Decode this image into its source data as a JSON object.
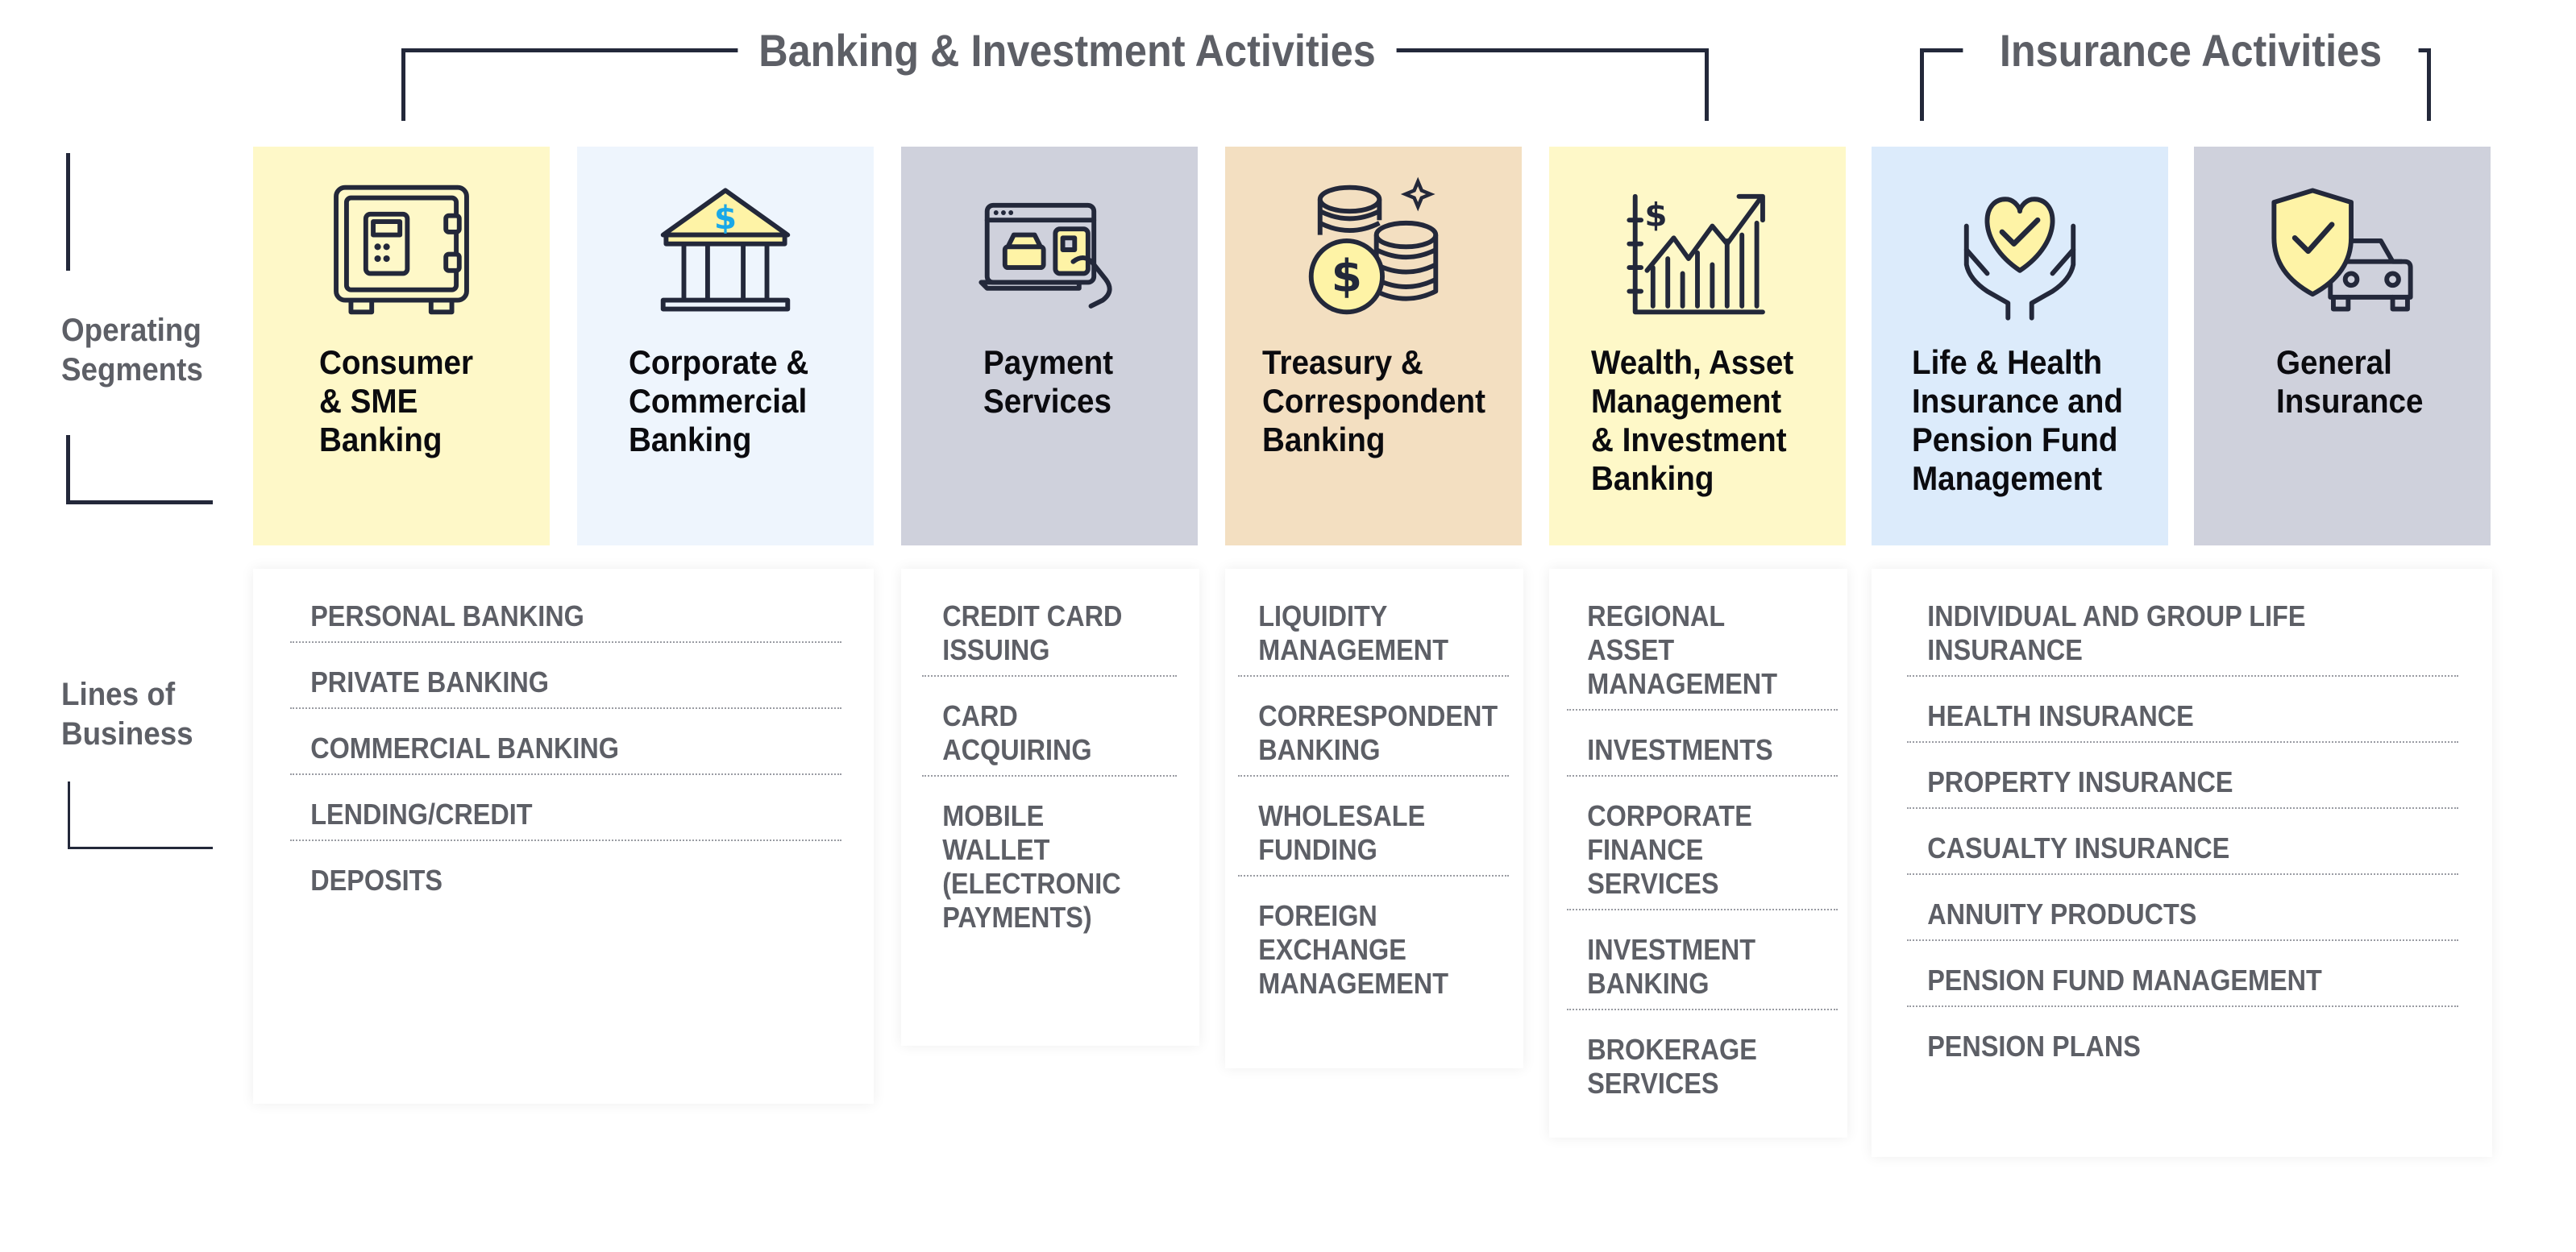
{
  "groups": {
    "banking_title": "Banking & Investment Activities",
    "insurance_title": "Insurance Activities"
  },
  "side_labels": {
    "operating_segments": "Operating\nSegments",
    "lines_of_business": "Lines of\nBusiness"
  },
  "colors": {
    "yellow": "#fef8c8",
    "light_blue": "#eef5fd",
    "gray": "#cfd1dc",
    "tan": "#f3dfc1",
    "sky": "#dcebfb",
    "dark": "#23283a",
    "accent_blue": "#1aa8e8"
  },
  "segments": [
    {
      "id": "consumer",
      "title": "Consumer\n& SME\nBanking",
      "icon": "safe-icon",
      "color": "#fef8c8"
    },
    {
      "id": "corporate",
      "title": "Corporate  &\nCommercial\nBanking",
      "icon": "bank-building-icon",
      "color": "#eef5fd"
    },
    {
      "id": "payment",
      "title": "Payment\nServices",
      "icon": "online-payment-icon",
      "color": "#cfd1dc"
    },
    {
      "id": "treasury",
      "title": "Treasury &\nCorrespondent\nBanking",
      "icon": "coins-stack-icon",
      "color": "#f3dfc1"
    },
    {
      "id": "wealth",
      "title": "Wealth, Asset\nManagement\n& Investment\nBanking",
      "icon": "growth-chart-icon",
      "color": "#fef8c8"
    },
    {
      "id": "life",
      "title": "Life & Health\nInsurance and\nPension Fund\nManagement",
      "icon": "heart-hands-icon",
      "color": "#dcebfb"
    },
    {
      "id": "general",
      "title": "General\nInsurance",
      "icon": "shield-car-icon",
      "color": "#cfd1dc"
    }
  ],
  "lines_of_business": {
    "banking": [
      "PERSONAL BANKING",
      "PRIVATE BANKING",
      "COMMERCIAL BANKING",
      "LENDING/CREDIT",
      "DEPOSITS"
    ],
    "payment": [
      "CREDIT CARD\nISSUING",
      "CARD\nACQUIRING",
      "MOBILE WALLET\n(ELECTRONIC\nPAYMENTS)"
    ],
    "treasury": [
      "LIQUIDITY\nMANAGEMENT",
      "CORRESPONDENT\nBANKING",
      "WHOLESALE\nFUNDING",
      "FOREIGN\nEXCHANGE\nMANAGEMENT"
    ],
    "wealth": [
      "REGIONAL\nASSET\nMANAGEMENT",
      "INVESTMENTS",
      "CORPORATE\nFINANCE\nSERVICES",
      "INVESTMENT\nBANKING",
      "BROKERAGE\nSERVICES"
    ],
    "insurance": [
      "INDIVIDUAL AND GROUP LIFE\nINSURANCE",
      "HEALTH INSURANCE",
      "PROPERTY INSURANCE",
      "CASUALTY INSURANCE",
      "ANNUITY PRODUCTS",
      "PENSION FUND MANAGEMENT",
      "PENSION PLANS"
    ]
  }
}
